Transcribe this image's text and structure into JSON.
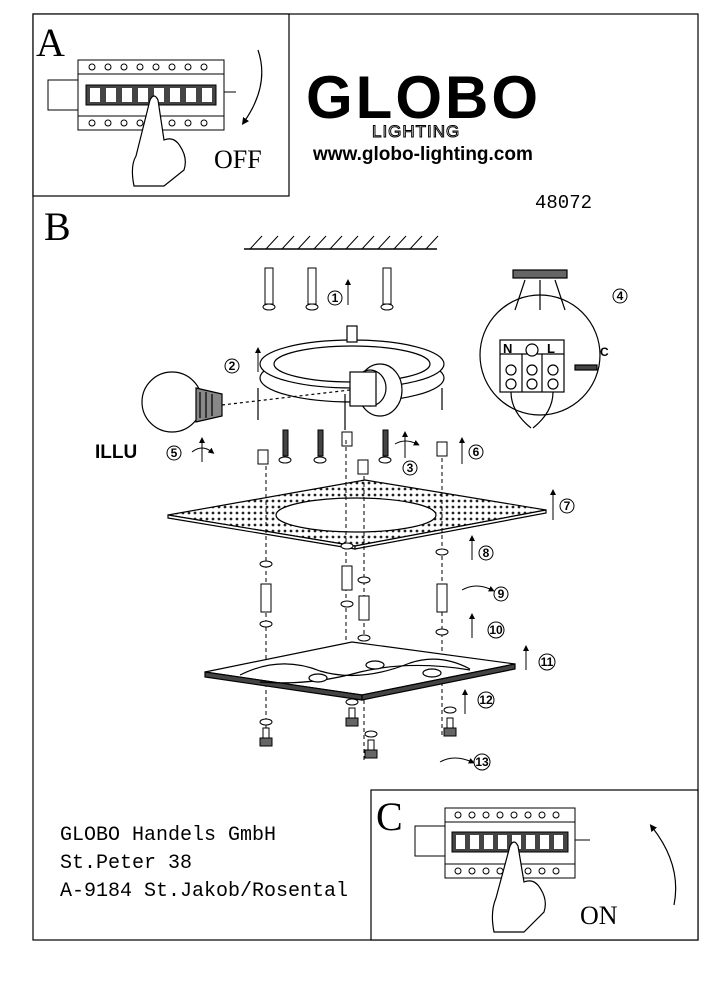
{
  "panel_a": {
    "letter": "A",
    "label": "OFF"
  },
  "panel_b": {
    "letter": "B"
  },
  "panel_c": {
    "letter": "C",
    "label": "ON"
  },
  "brand": {
    "logo": "GLOBO",
    "sub": "LIGHTING",
    "url": "www.globo-lighting.com"
  },
  "article_number": "48072",
  "illu_label": "ILLU",
  "wire_labels": {
    "n": "N",
    "l": "L",
    "c": "C"
  },
  "steps": [
    "1",
    "2",
    "3",
    "4",
    "5",
    "6",
    "7",
    "8",
    "9",
    "10",
    "11",
    "12",
    "13"
  ],
  "company": {
    "line1": "GLOBO Handels GmbH",
    "line2": "St.Peter 38",
    "line3": "A-9184 St.Jakob/Rosental"
  }
}
